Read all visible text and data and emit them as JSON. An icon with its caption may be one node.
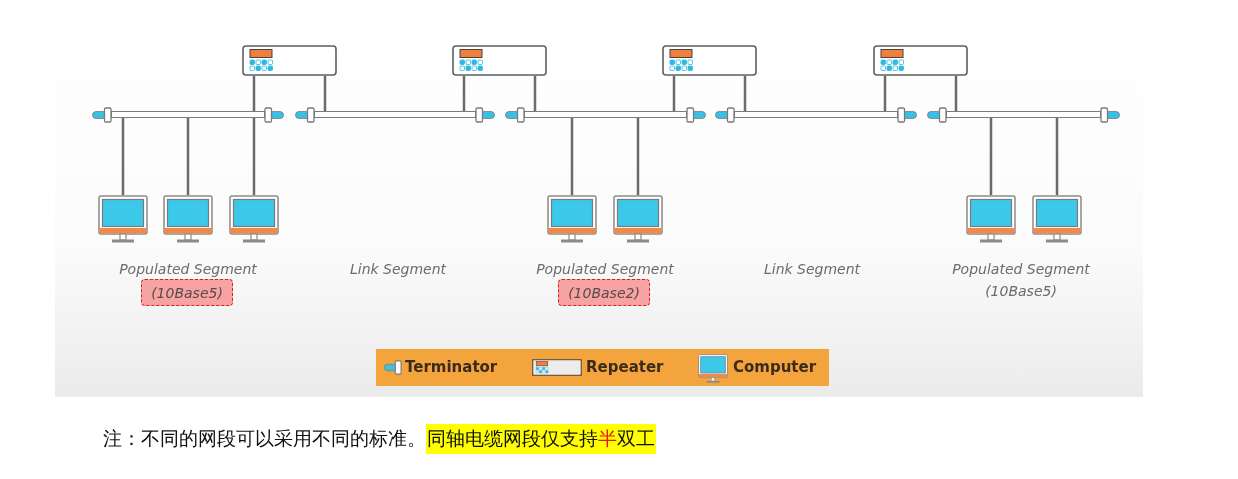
{
  "diagram": {
    "nodes": [
      {
        "text": [],
        "shape": "picture"
      },
      {
        "text": [],
        "shape": "picture"
      },
      {
        "text": [],
        "shape": "picture"
      },
      {
        "text": [],
        "shape": "picture"
      },
      {
        "text": [],
        "shape": "bar"
      },
      {
        "text": [],
        "shape": "bar"
      },
      {
        "text": [],
        "shape": "bar"
      },
      {
        "text": [],
        "shape": "bar"
      },
      {
        "text": [],
        "shape": "bar"
      },
      {
        "text": [],
        "shape": "picture"
      },
      {
        "text": [],
        "shape": "picture"
      },
      {
        "text": [],
        "shape": "picture"
      },
      {
        "text": [],
        "shape": "picture"
      },
      {
        "text": [],
        "shape": "picture"
      },
      {
        "text": [],
        "shape": "picture"
      },
      {
        "text": [],
        "shape": "picture"
      },
      {
        "text": [
          "(10Base5)"
        ]
      },
      {
        "text": [
          "(10Base2)"
        ]
      }
    ],
    "edges": [
      {
        "from": 0,
        "to": 4,
        "arrow": "none"
      },
      {
        "from": 0,
        "to": 5,
        "arrow": "none"
      },
      {
        "from": 1,
        "to": 5,
        "arrow": "none"
      },
      {
        "from": 1,
        "to": 6,
        "arrow": "none"
      },
      {
        "from": 2,
        "to": 6,
        "arrow": "none"
      },
      {
        "from": 2,
        "to": 7,
        "arrow": "none"
      },
      {
        "from": 3,
        "to": 7,
        "arrow": "none"
      },
      {
        "from": 3,
        "to": 8,
        "arrow": "none"
      },
      {
        "from": 4,
        "to": 9,
        "arrow": "none"
      },
      {
        "from": 4,
        "to": 10,
        "arrow": "none"
      },
      {
        "from": 4,
        "to": 11,
        "arrow": "none"
      },
      {
        "from": 6,
        "to": 12,
        "arrow": "none"
      },
      {
        "from": 6,
        "to": 13,
        "arrow": "none"
      },
      {
        "from": 8,
        "to": 14,
        "arrow": "none"
      },
      {
        "from": 8,
        "to": 15,
        "arrow": "none"
      }
    ],
    "labels": [
      "Populated Segment",
      "Link Segment",
      "Populated Segment",
      "Link Segment",
      "Populated Segment",
      "(10Base5)",
      "注：不同的网段可以采用不同的标准。",
      "同轴电缆网段仅支持**半**双工"
    ],
    "legend": [
      {
        "text": "Terminator"
      },
      {
        "text": "Repeater"
      },
      {
        "text": "Computer"
      }
    ]
  }
}
